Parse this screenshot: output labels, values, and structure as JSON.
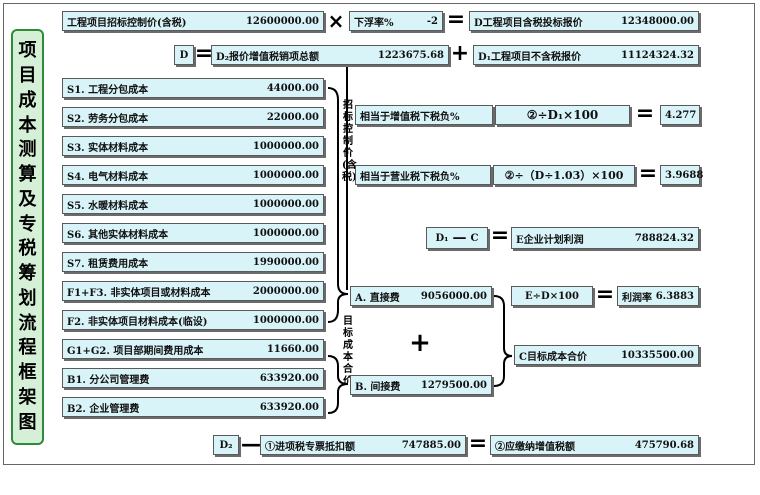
{
  "title_chars": [
    "项",
    "目",
    "成",
    "本",
    "测",
    "算",
    "及",
    "专",
    "税",
    "筹",
    "划",
    "流",
    "程",
    "框",
    "架",
    "图"
  ],
  "row1": {
    "control_label": "工程项目招标控制价(含税)",
    "control_value": "12600000.00",
    "float_label": "下浮率%",
    "float_value": "-2",
    "d_label": "D工程项目含税投标报价",
    "d_value": "12348000.00"
  },
  "row2": {
    "d": "D",
    "d2_label": "D₂报价增值税销项总额",
    "d2_value": "1223675.68",
    "d1_label": "D₁工程项目不含税报价",
    "d1_value": "11124324.32"
  },
  "cost_items": [
    {
      "label": "S1. 工程分包成本",
      "value": "44000.00"
    },
    {
      "label": "S2. 劳务分包成本",
      "value": "22000.00"
    },
    {
      "label": "S3. 实体材料成本",
      "value": "1000000.00"
    },
    {
      "label": "S4. 电气材料成本",
      "value": "1000000.00"
    },
    {
      "label": "S5. 水暖材料成本",
      "value": "1000000.00"
    },
    {
      "label": "S6. 其他实体材料成本",
      "value": "1000000.00"
    },
    {
      "label": "S7. 租赁费用成本",
      "value": "1990000.00"
    },
    {
      "label": "F1+F3. 非实体项目或材料成本",
      "value": "2000000.00"
    },
    {
      "label": "F2. 非实体项目材料成本(临设)",
      "value": "1000000.00"
    },
    {
      "label": "G1+G2. 项目部期间费用成本",
      "value": "11660.00"
    },
    {
      "label": "B1. 分公司管理费",
      "value": "633920.00"
    },
    {
      "label": "B2. 企业管理费",
      "value": "633920.00"
    }
  ],
  "vertical_bid": "招标控制价(含税)",
  "vertical_target": "目标成本合价",
  "vat_label": "相当于增值税下税负%",
  "vat_formula": "②÷D₁×100",
  "vat_value": "4.277",
  "biz_label": "相当于营业税下税负%",
  "biz_formula": "②÷（D÷1.03）×100",
  "biz_value": "3.9688",
  "profit_formula_d1": "D₁",
  "profit_formula_c": "C",
  "profit_label": "E企业计划利润",
  "profit_value": "788824.32",
  "direct_label": "A. 直接费",
  "direct_value": "9056000.00",
  "indirect_label": "B. 间接费",
  "indirect_value": "1279500.00",
  "margin_formula": "E÷D×100",
  "margin_label": "利润率",
  "margin_value": "6.3883",
  "target_label": "C目标成本合价",
  "target_value": "10335500.00",
  "bottom_d2": "D₂",
  "input_tax_label": "①进项税专票抵扣额",
  "input_tax_value": "747885.00",
  "payable_label": "②应缴纳增值税额",
  "payable_value": "475790.68"
}
